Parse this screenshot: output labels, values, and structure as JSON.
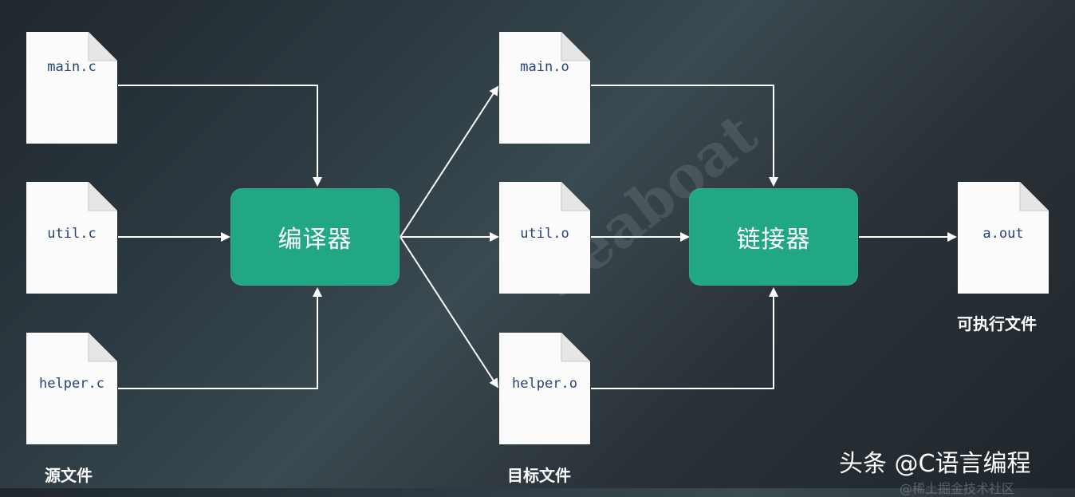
{
  "diagram": {
    "source_files": [
      "main.c",
      "util.c",
      "helper.c"
    ],
    "object_files": [
      "main.o",
      "util.o",
      "helper.o"
    ],
    "executable_file": "a.out",
    "compiler_label": "编译器",
    "linker_label": "链接器",
    "source_caption": "源文件",
    "object_caption": "目标文件",
    "executable_caption": "可执行文件"
  },
  "watermark": {
    "text": "头条 @C语言编程",
    "logo_text": "Seaboat",
    "footer": "@稀土掘金技术社区"
  },
  "colors": {
    "box_fill": "#22a784",
    "file_text": "#24457a",
    "arrow": "#ffffff"
  }
}
